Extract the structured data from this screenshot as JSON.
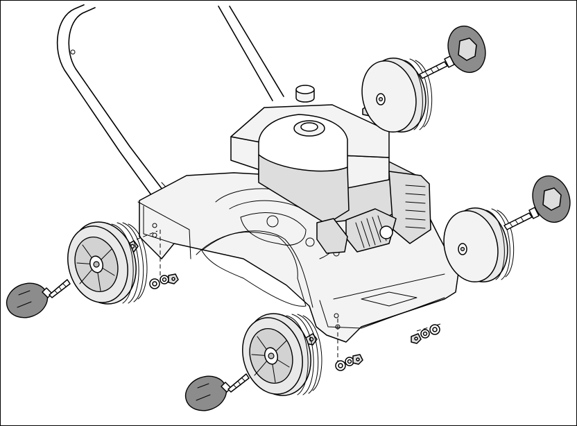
{
  "figure": {
    "subject": "lawn-mower-wheel-assembly-exploded-view",
    "colors": {
      "line": "#000000",
      "background": "#ffffff",
      "hubcap": "#8c8c8c",
      "tire": "#e9e9e9",
      "hub": "#d2d2d2",
      "deck": "#f3f3f3"
    },
    "parts": {
      "wheels": [
        "front-left-wheel",
        "front-right-wheel",
        "rear-left-wheel",
        "rear-right-wheel"
      ],
      "hubcaps": 4,
      "axle_bolts": 4,
      "washer_nut_sets": 4
    }
  }
}
